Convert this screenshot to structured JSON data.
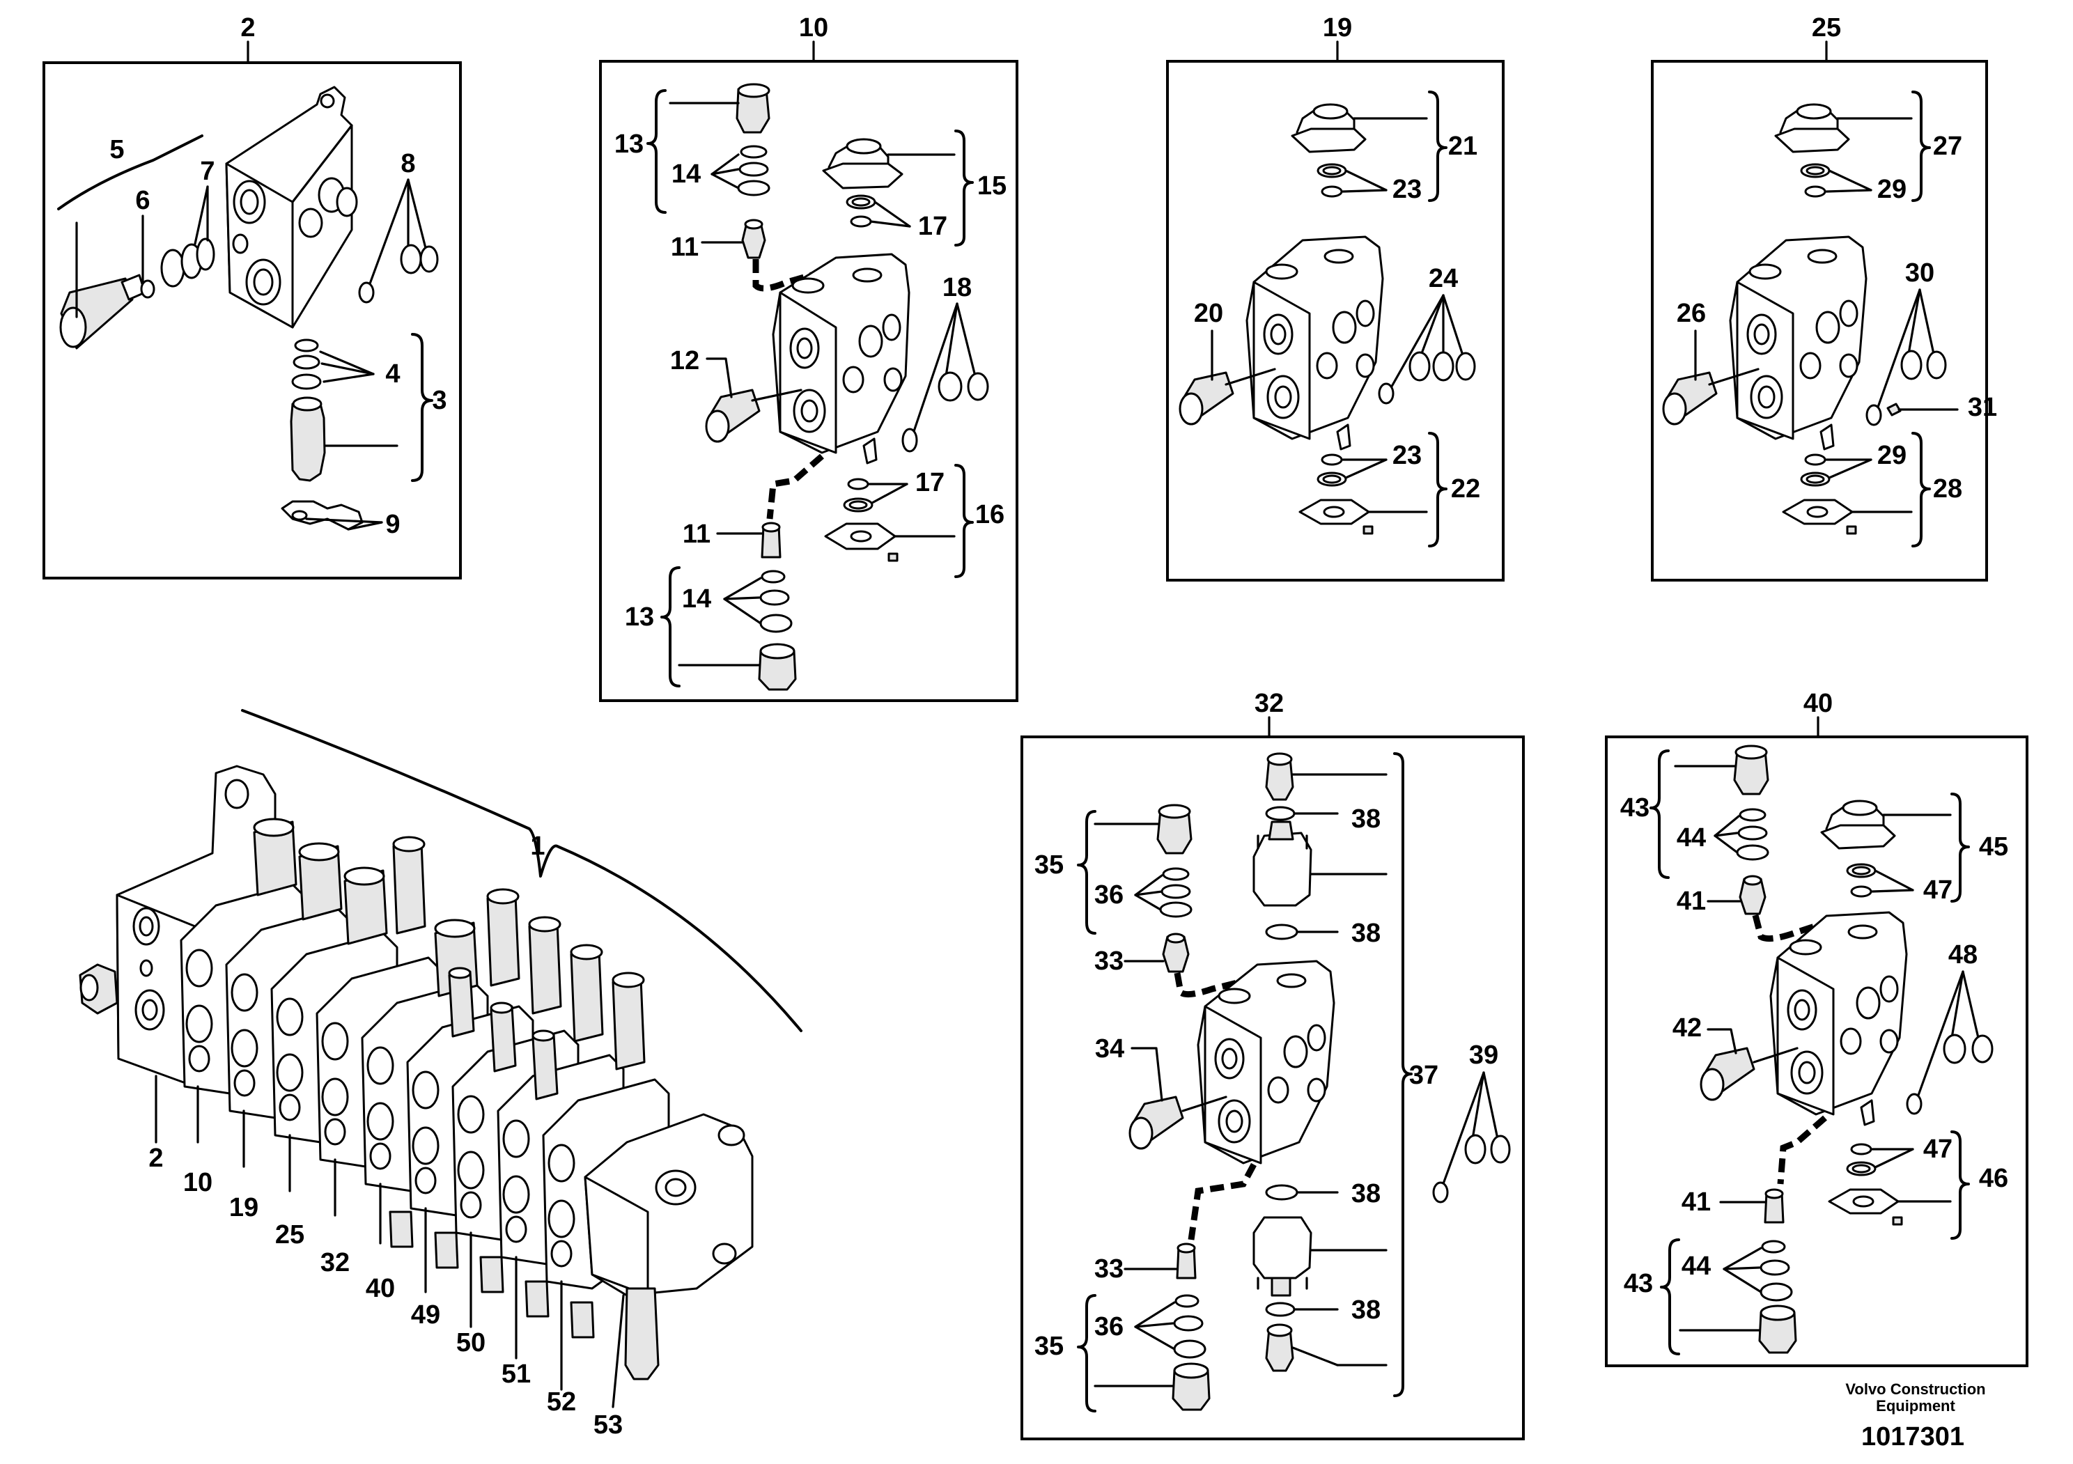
{
  "labels": {
    "n1": "1",
    "n2": "2",
    "n3": "3",
    "n4": "4",
    "n5": "5",
    "n6": "6",
    "n7": "7",
    "n8": "8",
    "n9": "9",
    "n10": "10",
    "n11": "11",
    "n12": "12",
    "n13": "13",
    "n14": "14",
    "n15": "15",
    "n16": "16",
    "n17": "17",
    "n18": "18",
    "n19": "19",
    "n20": "20",
    "n21": "21",
    "n22": "22",
    "n23": "23",
    "n24": "24",
    "n25": "25",
    "n26": "26",
    "n27": "27",
    "n28": "28",
    "n29": "29",
    "n30": "30",
    "n31": "31",
    "n32": "32",
    "n33": "33",
    "n34": "34",
    "n35": "35",
    "n36": "36",
    "n37": "37",
    "n38": "38",
    "n39": "39",
    "n40": "40",
    "n41": "41",
    "n42": "42",
    "n43": "43",
    "n44": "44",
    "n45": "45",
    "n46": "46",
    "n47": "47",
    "n48": "48",
    "n49": "49",
    "n50": "50",
    "n51": "51",
    "n52": "52",
    "n53": "53"
  },
  "footer": {
    "brand_line1": "Volvo Construction",
    "brand_line2": "Equipment",
    "drawing_number": "1017301"
  }
}
